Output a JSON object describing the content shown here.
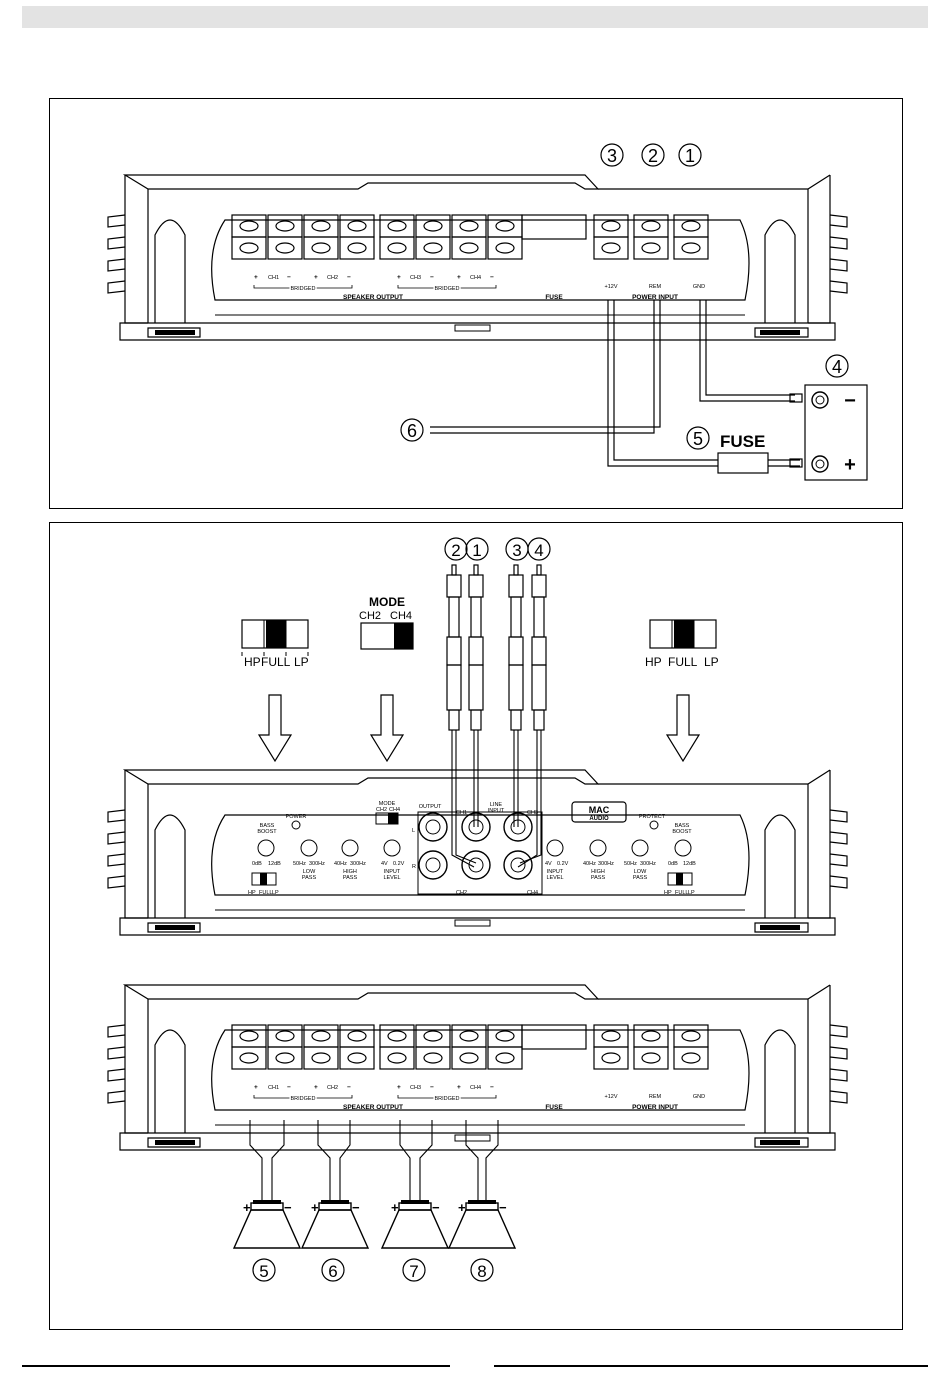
{
  "top": {
    "callouts": [
      "3",
      "2",
      "1",
      "4",
      "5",
      "6"
    ],
    "fuse_label": "FUSE",
    "minus": "−",
    "plus": "+"
  },
  "amp_rear": {
    "ch1": "CH1",
    "ch2": "CH2",
    "ch3": "CH3",
    "ch4": "CH4",
    "plus": "+",
    "minus": "−",
    "bridged": "BRIDGED",
    "speaker_output": "SPEAKER OUTPUT",
    "fuse": "FUSE",
    "v12": "+12V",
    "rem": "REM",
    "gnd": "GND",
    "power_input": "POWER INPUT"
  },
  "mid": {
    "rca_callouts": [
      "2",
      "1",
      "3",
      "4"
    ],
    "mode_title": "MODE",
    "mode_ch2": "CH2",
    "mode_ch4": "CH4",
    "hp": "HP",
    "full": "FULL",
    "lp": "LP"
  },
  "amp_front": {
    "power": "POWER",
    "protect": "PROTECT",
    "bass_boost": "BASS",
    "bass_boost2": "BOOST",
    "db0": "0dB",
    "db12": "12dB",
    "hz50": "50Hz",
    "hz300": "300Hz",
    "hz40": "40Hz",
    "hz300b": "300Hz",
    "low_pass": "LOW",
    "pass": "PASS",
    "high_pass": "HIGH",
    "v4": "4V",
    "v02": "0.2V",
    "input": "INPUT",
    "level": "LEVEL",
    "mode": "MODE",
    "mode_ch2": "CH2",
    "mode_ch4": "CH4",
    "output": "OUTPUT",
    "line": "LINE",
    "line_input": "INPUT",
    "l": "L",
    "r": "R",
    "ch1": "CH1",
    "ch2": "CH2",
    "ch3": "CH3",
    "ch4": "CH4",
    "hp": "HP",
    "full": "FULL",
    "lp": "LP",
    "brand1": "MAC",
    "brand2": "AUDIO"
  },
  "speakers": {
    "callouts": [
      "5",
      "6",
      "7",
      "8"
    ],
    "plus": "+",
    "minus": "−"
  }
}
